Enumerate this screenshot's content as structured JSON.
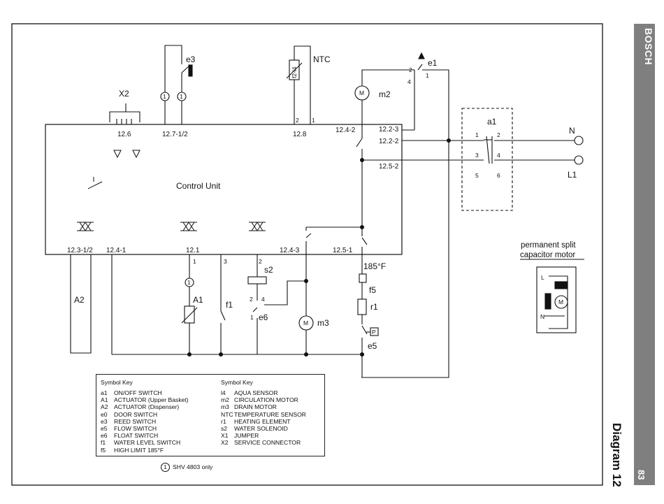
{
  "sidebar": {
    "brand": "BOSCH",
    "page_number": "83",
    "diagram_title": "Diagram 12",
    "color": "#7f7f7f"
  },
  "diagram": {
    "control_unit_label": "Control Unit",
    "terminals": {
      "t_12_6": "12.6",
      "t_12_7": "12.7-1/2",
      "t_12_8": "12.8",
      "t_12_4_2": "12.4-2",
      "t_12_2_3": "12.2-3",
      "t_12_2_2": "12.2-2",
      "t_12_5_2": "12.5-2",
      "t_12_3": "12.3-1/2",
      "t_12_4_1": "12.4-1",
      "t_12_1": "12.1",
      "t_12_4_3": "12.4-3",
      "t_12_5_1": "12.5-1"
    },
    "components": {
      "x2": "X2",
      "e3": "e3",
      "ntc": "NTC",
      "f2_14": "f2-l4",
      "e1": "e1",
      "m2": "m2",
      "a1_switch": "a1",
      "n_line": "N",
      "l1_line": "L1",
      "a2": "A2",
      "a1_act": "A1",
      "f1": "f1",
      "s2": "s2",
      "e6": "e6",
      "m3": "m3",
      "temp_185": "185°F",
      "f5": "f5",
      "r1": "r1",
      "e5": "e5",
      "p_box": "P"
    },
    "pins": {
      "ntc_2": "2",
      "ntc_1": "1",
      "e1_2": "2",
      "e1_1": "1",
      "e1_4": "4",
      "a1_1": "1",
      "a1_2": "2",
      "a1_3": "3",
      "a1_4": "4",
      "a1_5": "5",
      "a1_6": "6",
      "c12_1_1": "1",
      "c12_1_3": "3",
      "c12_1_2": "2",
      "e6_2": "2",
      "e6_4": "4",
      "e6_1": "1",
      "shv_1": "1",
      "shv_2": "1",
      "shv_3": "1",
      "m_motor": "M",
      "m_motor2": "M"
    },
    "motor_caption": {
      "line1": "permanent split",
      "line2": "capacitor motor",
      "l": "L",
      "n": "N",
      "m": "M"
    }
  },
  "symbol_key": {
    "heading_left": "Symbol Key",
    "heading_right": "Symbol Key",
    "left": [
      {
        "code": "a1",
        "desc": "ON/OFF SWITCH"
      },
      {
        "code": "A1",
        "desc": "ACTUATOR (Upper Basket)"
      },
      {
        "code": "A2",
        "desc": "ACTUATOR (Dispenser)"
      },
      {
        "code": "e0",
        "desc": "DOOR SWITCH"
      },
      {
        "code": "e3",
        "desc": "REED SWITCH"
      },
      {
        "code": "e5",
        "desc": "FLOW SWITCH"
      },
      {
        "code": "e6",
        "desc": "FLOAT SWITCH"
      },
      {
        "code": "f1",
        "desc": "WATER LEVEL SWITCH"
      },
      {
        "code": "f5",
        "desc": "HIGH LIMIT 185°F"
      }
    ],
    "right": [
      {
        "code": "l4",
        "desc": "AQUA SENSOR"
      },
      {
        "code": "m2",
        "desc": "CIRCULATION MOTOR"
      },
      {
        "code": "m3",
        "desc": "DRAIN MOTOR"
      },
      {
        "code": "NTC",
        "desc": "TEMPERATURE SENSOR"
      },
      {
        "code": "r1",
        "desc": "HEATING ELEMENT"
      },
      {
        "code": "s2",
        "desc": "WATER SOLENOID"
      },
      {
        "code": "X1",
        "desc": "JUMPER"
      },
      {
        "code": "X2",
        "desc": "SERVICE CONNECTOR"
      }
    ]
  },
  "footnote": {
    "marker": "1",
    "text": "SHV 4803 only"
  }
}
